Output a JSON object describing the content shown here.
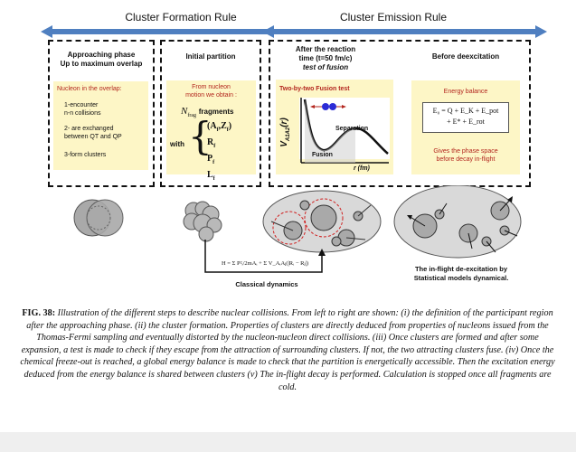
{
  "header": {
    "formation_rule": "Cluster Formation Rule",
    "emission_rule": "Cluster Emission Rule"
  },
  "panel1": {
    "title_line1": "Approaching phase",
    "title_line2": "Up to maximum overlap",
    "box_title": "Nucleon in the overlap:",
    "item1_line1": "1-encounter",
    "item1_line2": "n-n collisions",
    "item2_line1": "2- are exchanged",
    "item2_line2": "between QT and QP",
    "item3": "3-form clusters"
  },
  "panel2": {
    "title": "Initial partition",
    "box_line1": "From nucleon",
    "box_line2": "motion we obtain :",
    "n_frag": "N",
    "n_frag_sub": "frag",
    "fragments": "fragments",
    "with": "with",
    "vec_a": "(A",
    "vec_a_sub": "f",
    "vec_z": ",Z",
    "vec_z_sub": "f",
    "vec_z_close": ")",
    "vec_r": "R",
    "vec_p": "P",
    "vec_l": "L",
    "vec_sub": "f"
  },
  "panel3": {
    "title_line1": "After the reaction",
    "title_line2": "time (t=50 fm/c)",
    "title_line3": "test of fusion",
    "box_title": "Two-by-two Fusion test",
    "ylabel": "V",
    "ylabel_sub": "A1A2",
    "ylabel_r": "(r)",
    "separation": "Separation",
    "fusion": "Fusion",
    "xlabel": "r (fm)"
  },
  "panel4": {
    "title": "Before deexcitation",
    "box_title": "Energy balance",
    "eq_line1": "E₀ = Q + E_K + E_pot",
    "eq_line2": "+ E* + E_rot",
    "note_line1": "Gives the phase space",
    "note_line2": "before decay in-flight"
  },
  "bottom": {
    "hamiltonian": "H = Σ P²ᵢ/2mAᵢ + Σ V_AᵢAⱼ(|Rᵢ − Rⱼ|)",
    "classical_dynamics": "Classical dynamics",
    "inflight_line1": "The in-flight de-excitation by",
    "inflight_line2": "Statistical models dynamical."
  },
  "caption": {
    "label": "FIG. 38:",
    "text": "Illustration of the different steps to describe nuclear collisions. From left to right are shown: (i) the definition of the participant region after the approaching phase. (ii) the cluster formation. Properties of clusters are directly deduced from properties of nucleons issued from the Thomas-Fermi sampling and eventually distorted by the nucleon-nucleon direct collisions. (iii) Once clusters are formed and after some expansion, a test is made to check if they escape from the attraction of surrounding clusters. If not, the two attracting clusters fuse. (iv) Once the chemical freeze-out is reached, a global energy balance is made to check that the partition is energetically accessible. Then the excitation energy deduced from the energy balance is shared between clusters (v) The in-flight decay is performed. Calculation is stopped once all fragments are cold."
  },
  "colors": {
    "arrow_blue": "#4f7fc0",
    "highlight_yellow": "#fdf6c6",
    "text_red": "#b3261e",
    "cluster_gray": "#a9a9a9"
  }
}
